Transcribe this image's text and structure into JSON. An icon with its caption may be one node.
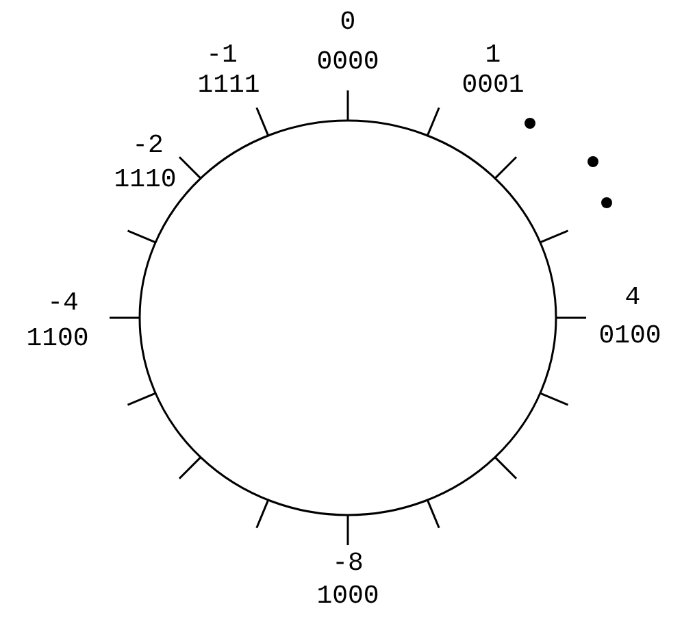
{
  "diagram": {
    "labels": [
      "0",
      "0000",
      "-1",
      "1111",
      "1",
      "0001",
      "-2",
      "1110",
      "-4",
      "1100",
      "4",
      "0100",
      "-8",
      "1000"
    ]
  }
}
